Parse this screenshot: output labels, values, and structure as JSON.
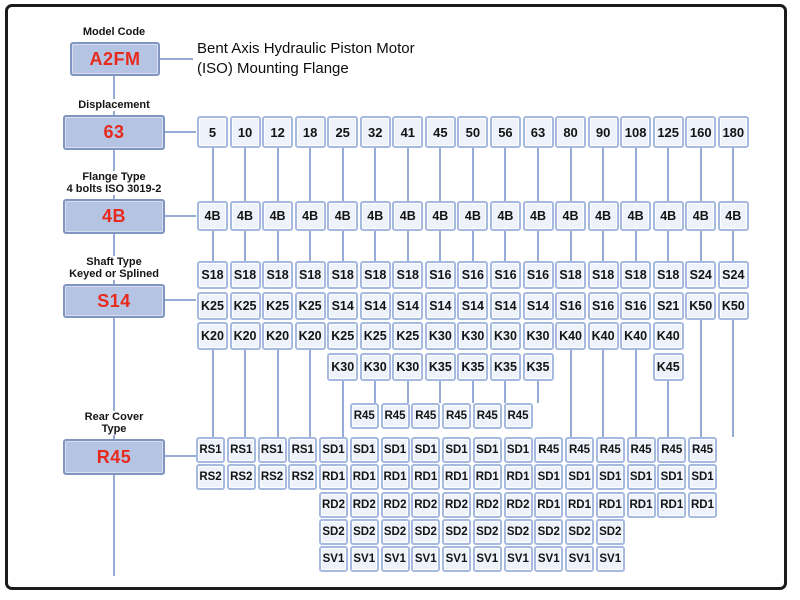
{
  "colors": {
    "frame_border": "#1b1b1b",
    "left_box_fill": "#b6c4e4",
    "left_box_border": "#8095c0",
    "grid_box_fill": "#eef2fb",
    "grid_box_border": "#a6b9de",
    "connector_line": "#96abd6",
    "value_red": "#e62b1e"
  },
  "title_lines": [
    "Bent Axis Hydraulic Piston Motor",
    "(ISO) Mounting Flange"
  ],
  "left_column": [
    {
      "id": "model-code",
      "label_lines": [
        "Model Code"
      ],
      "value": "A2FM"
    },
    {
      "id": "displacement",
      "label_lines": [
        "Displacement"
      ],
      "value": "63"
    },
    {
      "id": "flange-type",
      "label_lines": [
        "Flange Type",
        "4 bolts ISO 3019-2"
      ],
      "value": "4B"
    },
    {
      "id": "shaft-type",
      "label_lines": [
        "Shaft Type",
        "Keyed or Splined"
      ],
      "value": "S14"
    },
    {
      "id": "rear-cover-type",
      "label_lines": [
        "Rear Cover",
        "Type"
      ],
      "value": "R45"
    }
  ],
  "grid": {
    "displacements": [
      "5",
      "10",
      "12",
      "18",
      "25",
      "32",
      "41",
      "45",
      "50",
      "56",
      "63",
      "80",
      "90",
      "108",
      "125",
      "160",
      "180"
    ],
    "flange_row": [
      "4B",
      "4B",
      "4B",
      "4B",
      "4B",
      "4B",
      "4B",
      "4B",
      "4B",
      "4B",
      "4B",
      "4B",
      "4B",
      "4B",
      "4B",
      "4B",
      "4B"
    ],
    "shaft_columns": [
      [
        "S18",
        "K25",
        "K20"
      ],
      [
        "S18",
        "K25",
        "K20"
      ],
      [
        "S18",
        "K25",
        "K20"
      ],
      [
        "S18",
        "K25",
        "K20"
      ],
      [
        "S18",
        "S14",
        "K25",
        "K30"
      ],
      [
        "S18",
        "S14",
        "K25",
        "K30"
      ],
      [
        "S18",
        "S14",
        "K25",
        "K30"
      ],
      [
        "S16",
        "S14",
        "K30",
        "K35"
      ],
      [
        "S16",
        "S14",
        "K30",
        "K35"
      ],
      [
        "S16",
        "S14",
        "K30",
        "K35"
      ],
      [
        "S16",
        "S14",
        "K30",
        "K35"
      ],
      [
        "S18",
        "S16",
        "K40"
      ],
      [
        "S18",
        "S16",
        "K40"
      ],
      [
        "S18",
        "S16",
        "K40"
      ],
      [
        "S18",
        "S21",
        "K40",
        "K45"
      ],
      [
        "S24",
        "K50"
      ],
      [
        "S24",
        "K50"
      ]
    ],
    "rear_columns": [
      {
        "start_row": 1,
        "cells": [
          "RS1",
          "RS2"
        ]
      },
      {
        "start_row": 1,
        "cells": [
          "RS1",
          "RS2"
        ]
      },
      {
        "start_row": 1,
        "cells": [
          "RS1",
          "RS2"
        ]
      },
      {
        "start_row": 1,
        "cells": [
          "RS1",
          "RS2"
        ]
      },
      {
        "start_row": 1,
        "cells": [
          "SD1",
          "RD1",
          "RD2",
          "SD2",
          "SV1"
        ]
      },
      {
        "start_row": 0,
        "cells": [
          "R45",
          "SD1",
          "RD1",
          "RD2",
          "SD2",
          "SV1"
        ]
      },
      {
        "start_row": 0,
        "cells": [
          "R45",
          "SD1",
          "RD1",
          "RD2",
          "SD2",
          "SV1"
        ]
      },
      {
        "start_row": 0,
        "cells": [
          "R45",
          "SD1",
          "RD1",
          "RD2",
          "SD2",
          "SV1"
        ]
      },
      {
        "start_row": 0,
        "cells": [
          "R45",
          "SD1",
          "RD1",
          "RD2",
          "SD2",
          "SV1"
        ]
      },
      {
        "start_row": 0,
        "cells": [
          "R45",
          "SD1",
          "RD1",
          "RD2",
          "SD2",
          "SV1"
        ]
      },
      {
        "start_row": 0,
        "cells": [
          "R45",
          "SD1",
          "RD1",
          "RD2",
          "SD2",
          "SV1"
        ]
      },
      {
        "start_row": 1,
        "cells": [
          "R45",
          "SD1",
          "RD1",
          "SD2",
          "SV1"
        ]
      },
      {
        "start_row": 1,
        "cells": [
          "R45",
          "SD1",
          "RD1",
          "SD2",
          "SV1"
        ]
      },
      {
        "start_row": 1,
        "cells": [
          "R45",
          "SD1",
          "RD1",
          "SD2",
          "SV1"
        ]
      },
      {
        "start_row": 1,
        "cells": [
          "R45",
          "SD1",
          "RD1"
        ]
      },
      {
        "start_row": 1,
        "cells": [
          "R45",
          "SD1",
          "RD1"
        ]
      },
      {
        "start_row": 1,
        "cells": [
          "R45",
          "SD1",
          "RD1"
        ]
      }
    ]
  }
}
